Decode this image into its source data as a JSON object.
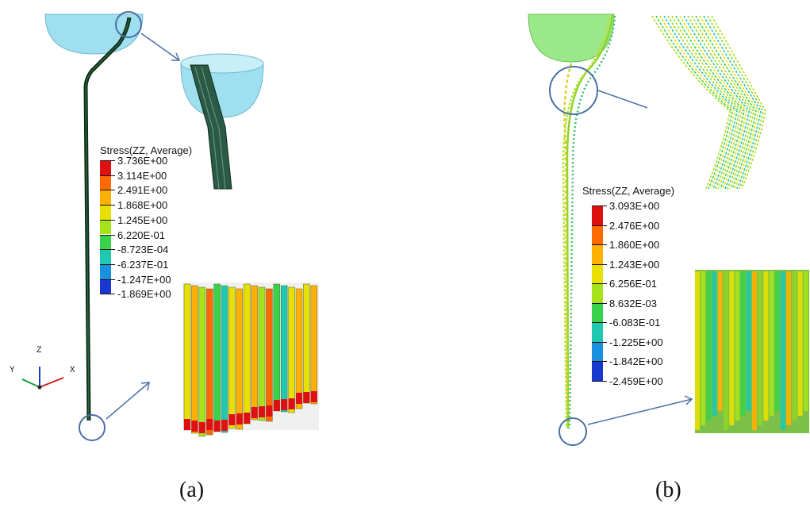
{
  "panel_a": {
    "caption": "(a)",
    "legend": {
      "title": "Stress(ZZ, Average)",
      "ticks": [
        "3.736E+00",
        "3.114E+00",
        "2.491E+00",
        "1.868E+00",
        "1.245E+00",
        "6.220E-01",
        "-8.723E-04",
        "-6.237E-01",
        "-1.247E+00",
        "-1.869E+00"
      ],
      "colors": [
        "#e01010",
        "#ff6a00",
        "#ffb000",
        "#e8e000",
        "#a6e21a",
        "#3ad24a",
        "#1fc8b0",
        "#1a8fe0",
        "#1838d0",
        "#0a0a8a"
      ]
    },
    "axes": {
      "z": "Z",
      "y": "Y",
      "x": "X"
    }
  },
  "panel_b": {
    "caption": "(b)",
    "legend": {
      "title": "Stress(ZZ, Average)",
      "ticks": [
        "3.093E+00",
        "2.476E+00",
        "1.860E+00",
        "1.243E+00",
        "6.256E-01",
        "8.632E-03",
        "-6.083E-01",
        "-1.225E+00",
        "-1.842E+00",
        "-2.459E+00"
      ],
      "colors": [
        "#e01010",
        "#ff6a00",
        "#ffb000",
        "#e8e000",
        "#a6e21a",
        "#3ad24a",
        "#1fc8b0",
        "#1a8fe0",
        "#1838d0",
        "#0a0a8a"
      ]
    }
  },
  "colors": {
    "callout": "#4a6fa5",
    "cup_a": "#9fdff0",
    "cup_b": "#9be88a",
    "fiber_dark": "#0d2a1a"
  }
}
